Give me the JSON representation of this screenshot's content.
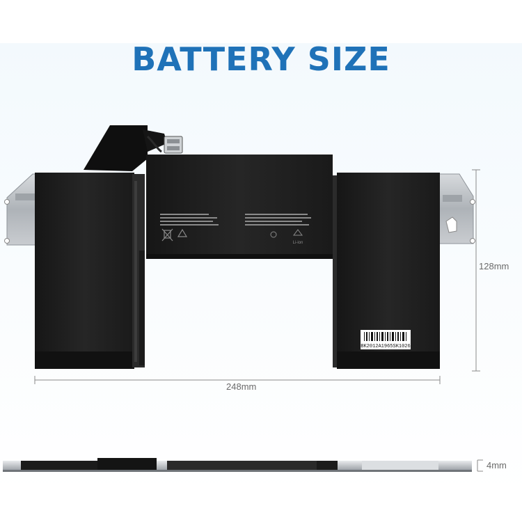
{
  "title": "BATTERY SIZE",
  "dimensions": {
    "width": "248mm",
    "height": "128mm",
    "thickness": "4mm"
  },
  "barcode_text": "BK2012A1965SK1026",
  "cell_text": {
    "recycle_label": "Li-ion"
  },
  "colors": {
    "title": "#1f72b8",
    "cell": "#1e1e1e",
    "bracket": "#b9bdc2",
    "dimension_line": "#8a8a8a"
  }
}
